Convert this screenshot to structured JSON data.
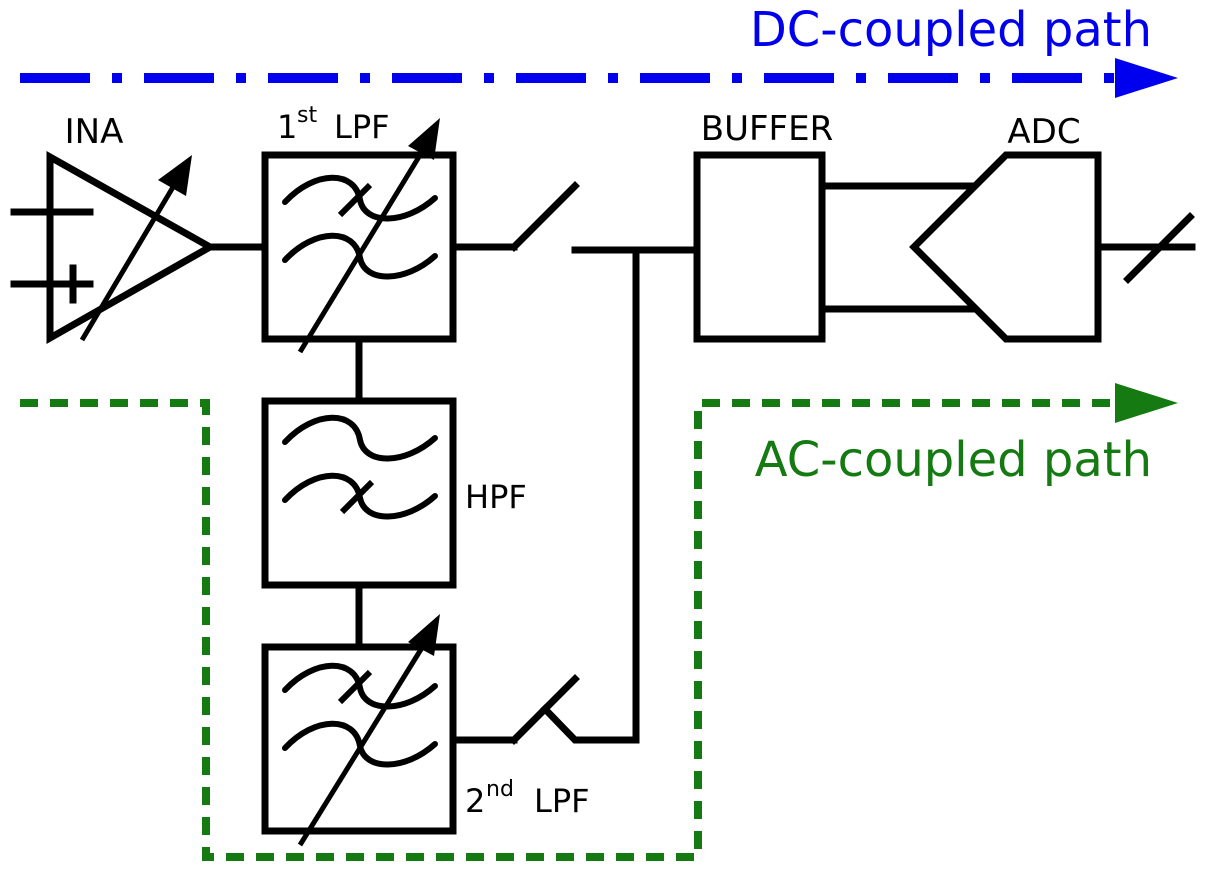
{
  "paths": {
    "dc": {
      "label": "DC-coupled path",
      "color": "#0000ee"
    },
    "ac": {
      "label": "AC-coupled path",
      "color": "#157a12"
    }
  },
  "blocks": {
    "ina": "INA",
    "lpf1": {
      "label": "LPF",
      "prefix": "1",
      "sup": "st"
    },
    "hpf": "HPF",
    "lpf2": {
      "label": "LPF",
      "prefix": "2",
      "sup": "nd"
    },
    "buffer": "BUFFER",
    "adc": "ADC"
  },
  "input_symbols": {
    "minus": "−",
    "plus": "+"
  }
}
